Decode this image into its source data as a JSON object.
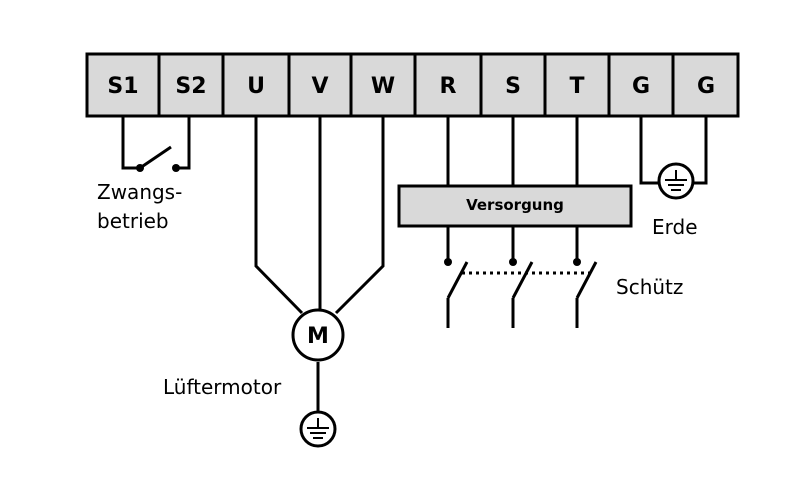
{
  "terminals": [
    "S1",
    "S2",
    "U",
    "V",
    "W",
    "R",
    "S",
    "T",
    "G",
    "G"
  ],
  "colors": {
    "terminal_fill": "#d9d9d9",
    "box_fill": "#d9d9d9",
    "line": "#000000"
  },
  "labels": {
    "forced_operation_line1": "Zwangs-",
    "forced_operation_line2": "betrieb",
    "supply": "Versorgung",
    "earth": "Erde",
    "contactor": "Schütz",
    "fan_motor": "Lüftermotor",
    "motor_symbol": "M"
  },
  "icons": {
    "ground": "ground-icon",
    "switch": "switch-icon",
    "motor": "motor-icon"
  }
}
